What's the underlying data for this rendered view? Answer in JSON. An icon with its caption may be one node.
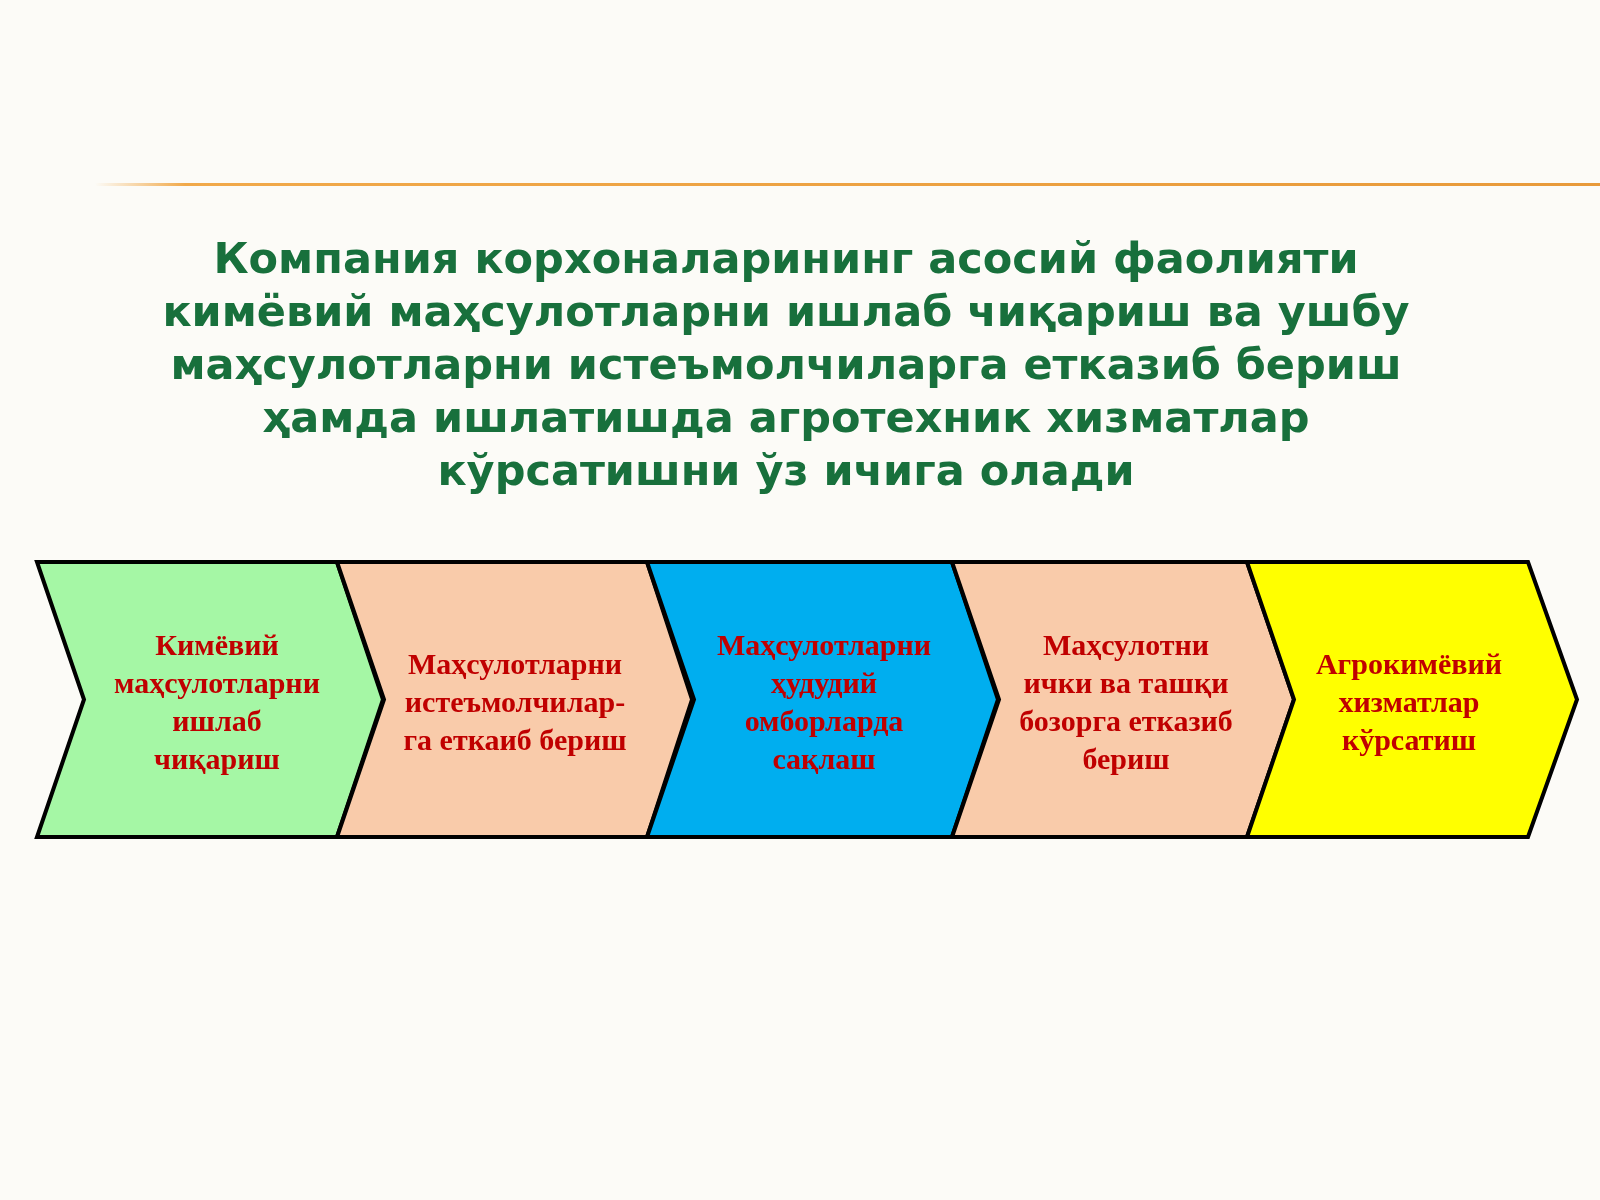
{
  "diagram": {
    "title": "Компания корхоналарининг асосий фаолияти кимёвий маҳсулотларни ишлаб чиқариш ва ушбу маҳсулотларни истеъмолчиларга етказиб бериш ҳамда ишлатишда агротехник хизматлар кўрсатишни ўз ичига олади",
    "nodes": [
      {
        "text": [
          "Кимёвий маҳсулотларни ишлаб чиқариш"
        ]
      },
      {
        "text": [
          "Маҳсулотларни истеъмолчилар-га еткаиб бериш"
        ]
      },
      {
        "text": [
          "Маҳсулотларни ҳудудий омборларда сақлаш"
        ]
      },
      {
        "text": [
          "Маҳсулотни ички ва ташқи бозорга етказиб бериш"
        ]
      },
      {
        "text": [
          "Агрокимёвий хизматлар кўрсатиш"
        ]
      }
    ]
  }
}
